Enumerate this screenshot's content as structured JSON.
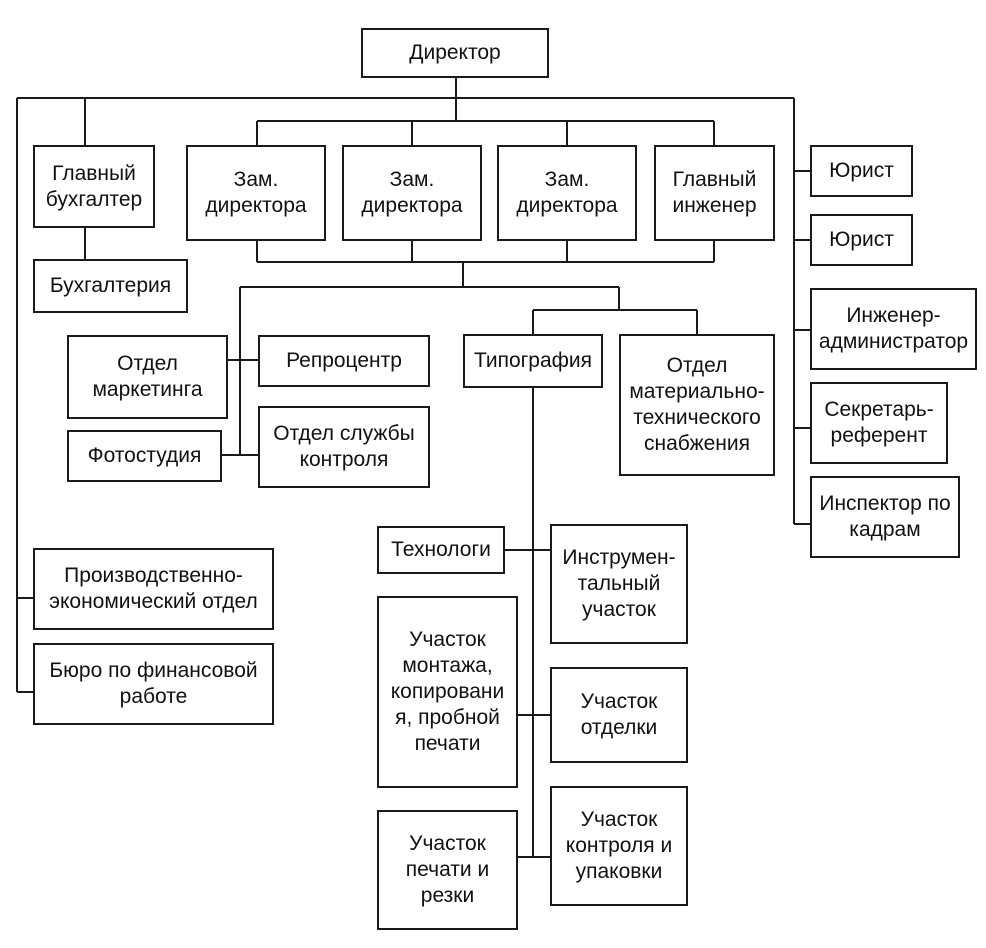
{
  "nodes": {
    "director": "Директор",
    "chief_accountant": "Главный\nбухгалтер",
    "deputy_1": "Зам.\nдиректора",
    "deputy_2": "Зам.\nдиректора",
    "deputy_3": "Зам.\nдиректора",
    "chief_engineer": "Главный\nинженер",
    "lawyer_1": "Юрист",
    "lawyer_2": "Юрист",
    "accounting": "Бухгалтерия",
    "engineer_admin": "Инженер-\nадминистратор",
    "marketing": "Отдел\nмаркетинга",
    "repro_center": "Репроцентр",
    "printing_house": "Типография",
    "supply_dept": "Отдел\nматериально-\nтехнического\nснабжения",
    "secretary": "Секретарь-\nреферент",
    "photo_studio": "Фотостудия",
    "control_service": "Отдел службы\nконтроля",
    "hr_inspector": "Инспектор по\nкадрам",
    "technologists": "Технологи",
    "tool_section": "Инструмен-\nтальный\nучасток",
    "production_economic": "Производственно-\nэкономический отдел",
    "finance_bureau": "Бюро по финансовой\nработе",
    "assembly_section": "Участок\nмонтажа,\nкопировани\nя, пробной\nпечати",
    "finishing_section": "Участок\nотделки",
    "print_cut_section": "Участок\nпечати и\nрезки",
    "control_pack_section": "Участок\nконтроля и\nупаковки"
  }
}
